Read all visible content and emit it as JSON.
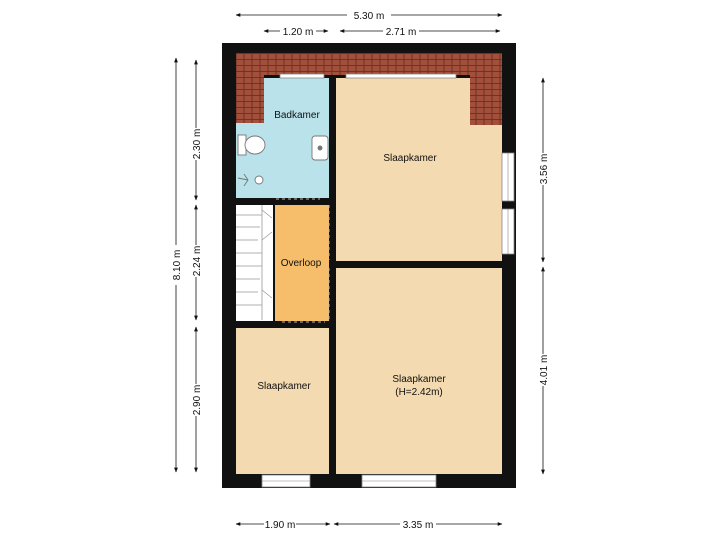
{
  "colors": {
    "wall": "#111111",
    "bedroom": "#f3dab1",
    "bathroom": "#b9e2ea",
    "landing": "#f6bd6b",
    "stairs": "#ffffff",
    "roof_tiles": "#a2503c",
    "dimension_line": "#111111"
  },
  "rooms": {
    "badkamer": "Badkamer",
    "slaapkamer_top": "Slaapkamer",
    "overloop": "Overloop",
    "slaapkamer_left": "Slaapkamer",
    "slaapkamer_right_line1": "Slaapkamer",
    "slaapkamer_right_line2": "(H=2.42m)"
  },
  "dimensions": {
    "top_total": "5.30 m",
    "top_left": "1.20 m",
    "top_right": "2.71 m",
    "left_total": "8.10 m",
    "left_upper": "2.30 m",
    "left_middle": "2.24 m",
    "left_lower": "2.90 m",
    "right_upper": "3.56 m",
    "right_lower": "4.01 m",
    "bottom_left": "1.90 m",
    "bottom_right": "3.35 m"
  },
  "icons": {
    "toilet": "toilet-icon",
    "sink": "sink-icon",
    "shower": "shower-icon",
    "stairs": "stairs-icon",
    "roof": "roof-tiles-icon"
  }
}
